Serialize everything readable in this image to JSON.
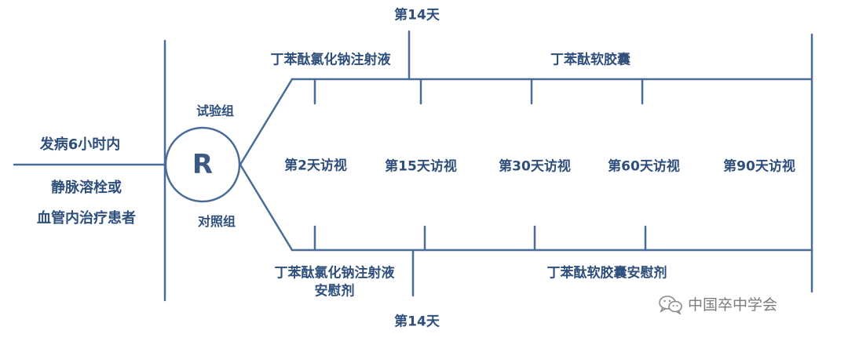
{
  "patient": {
    "line1": "发病6小时内",
    "line2": "静脉溶栓或",
    "line3": "血管内治疗患者"
  },
  "randomization_label": "R",
  "groups": {
    "test": "试验组",
    "control": "对照组"
  },
  "treatment": {
    "test_phase1": "丁苯酞氯化钠注射液",
    "test_phase2": "丁苯酞软胶囊",
    "control_phase1_line1": "丁苯酞氯化钠注射液",
    "control_phase1_line2": "安慰剂",
    "control_phase2": "丁苯酞软胶囊安慰剂"
  },
  "day14_top": "第14天",
  "day14_bottom": "第14天",
  "visits": [
    "第2天访视",
    "第15天访视",
    "第30天访视",
    "第60天访视",
    "第90天访视"
  ],
  "watermark": {
    "icon": "wechat-icon",
    "text": "中国卒中学会"
  },
  "colors": {
    "line": "#4a6d98",
    "text": "#2e4f7c",
    "watermark": "#7c7c7c"
  }
}
